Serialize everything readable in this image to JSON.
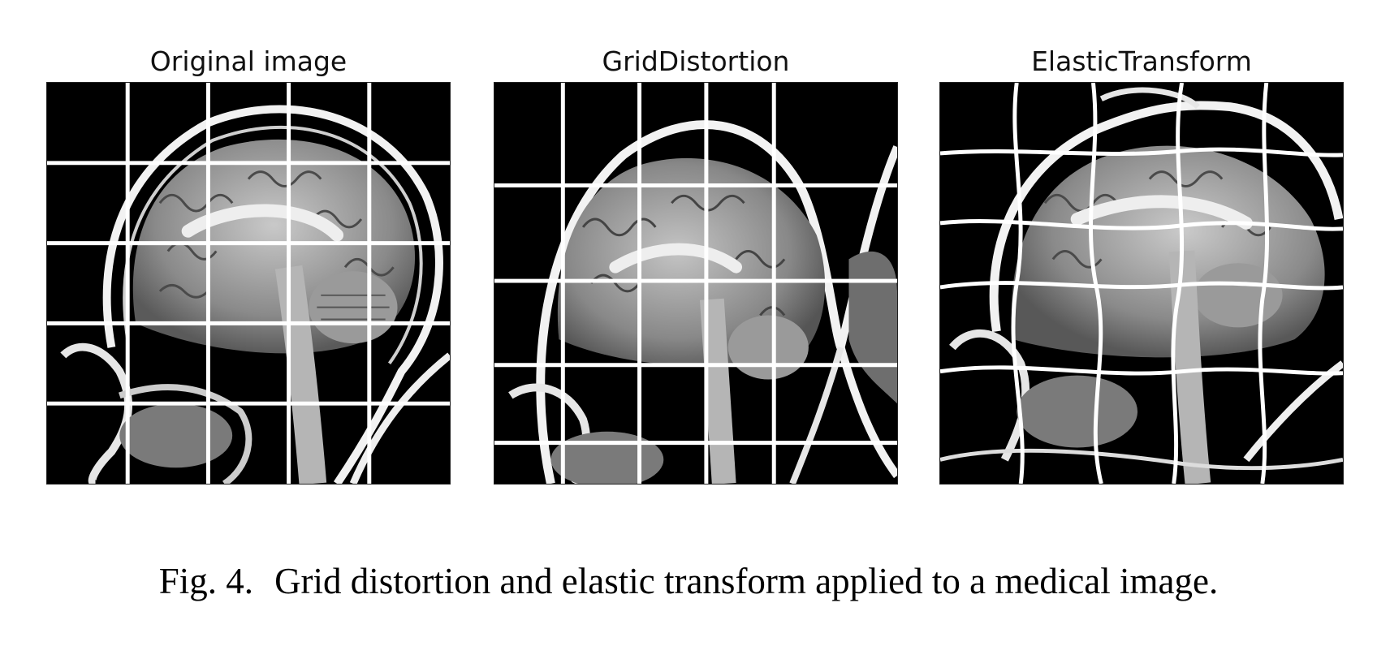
{
  "figure": {
    "panels": [
      {
        "title": "Original image"
      },
      {
        "title": "GridDistortion"
      },
      {
        "title": "ElasticTransform"
      }
    ],
    "caption": {
      "label": "Fig. 4.",
      "text": "Grid distortion and elastic transform applied to a medical image."
    }
  }
}
